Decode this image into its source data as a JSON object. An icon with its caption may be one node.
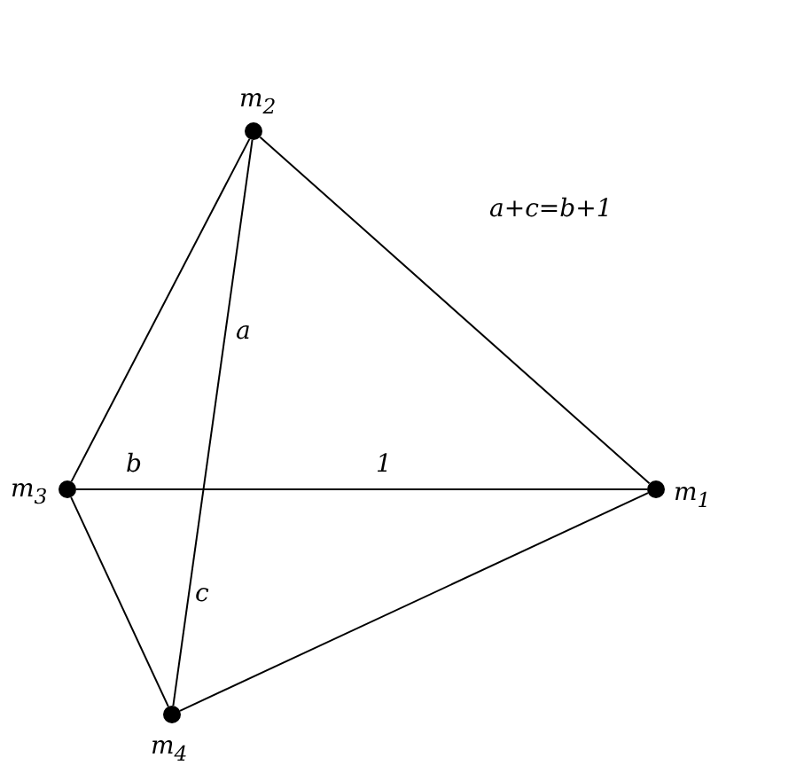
{
  "diagram": {
    "nodes": [
      {
        "text": [
          "m$_{2}$"
        ]
      },
      {
        "text": [
          "m$_{3}$"
        ]
      },
      {
        "text": [
          "m$_{1}$"
        ]
      },
      {
        "text": [
          "m$_{4}$"
        ]
      }
    ],
    "edges": [
      {
        "from": 0,
        "to": 2,
        "arrow": "none"
      },
      {
        "from": 0,
        "to": 1,
        "arrow": "none"
      },
      {
        "from": 0,
        "to": 3,
        "arrow": "none"
      },
      {
        "from": 1,
        "to": 2,
        "arrow": "none"
      },
      {
        "from": 1,
        "to": 3,
        "arrow": "none"
      },
      {
        "from": 3,
        "to": 2,
        "arrow": "none"
      }
    ],
    "labels": [
      "a+c=b+1",
      "a",
      "b",
      "1",
      "c"
    ]
  }
}
